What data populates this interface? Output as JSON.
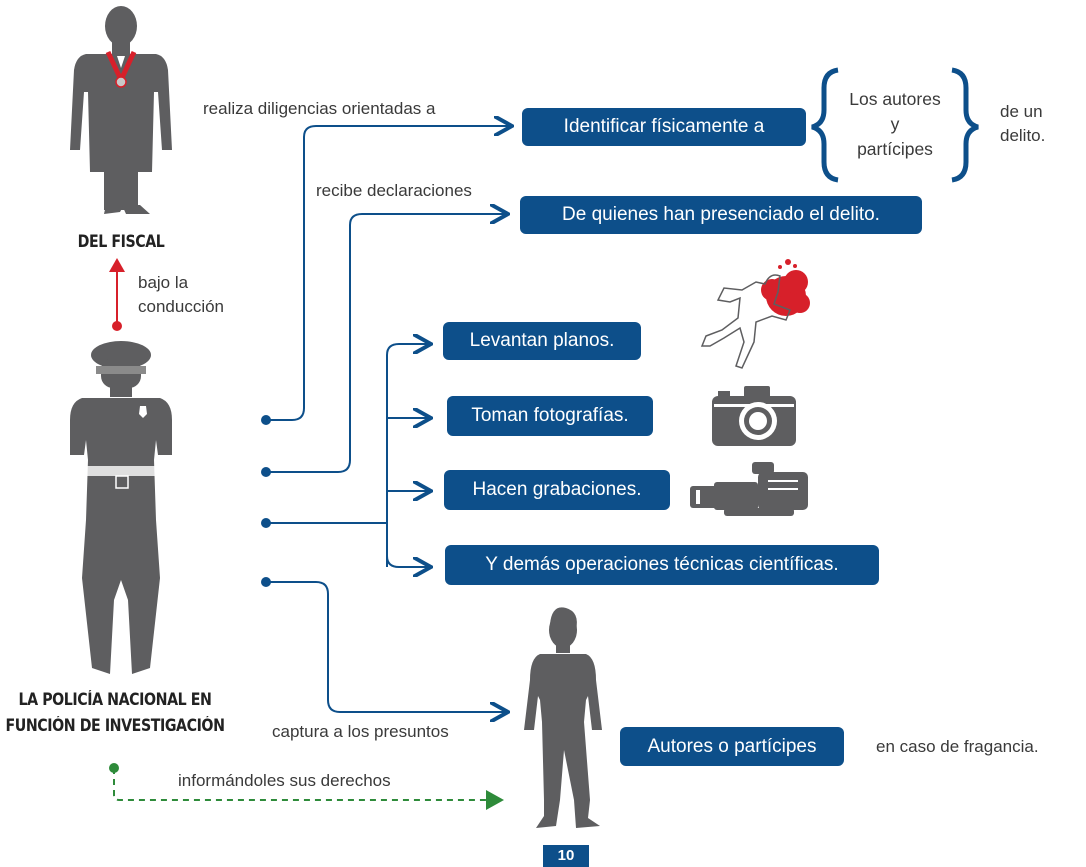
{
  "fiscal_label": "DEL FISCAL",
  "police_label_line1": "LA POLICÍA NACIONAL EN",
  "police_label_line2": "FUNCIÓN DE INVESTIGACIÓN",
  "conduction_label_line1": "bajo la",
  "conduction_label_line2": "conducción",
  "edge_labels": {
    "diligencias": "realiza diligencias orientadas a",
    "declaraciones": "recibe declaraciones",
    "captura": "captura a los presuntos",
    "derechos": "informándoles sus derechos"
  },
  "boxes": {
    "identificar": "Identificar físicamente a",
    "quienes": "De quienes han presenciado el delito.",
    "planos": "Levantan planos.",
    "fotografias": "Toman fotografías.",
    "grabaciones": "Hacen grabaciones.",
    "operaciones": "Y demás operaciones técnicas científicas.",
    "autores": "Autores o partícipes"
  },
  "brace_text": {
    "line1": "Los autores",
    "line2": "y",
    "line3": "partícipes"
  },
  "delito_text": {
    "line1": "de un",
    "line2": "delito."
  },
  "fragancia_text": "en caso de fragancia.",
  "page_number": "10",
  "colors": {
    "box_blue": "#0d4f8a",
    "line_blue": "#0d4f8a",
    "red_arrow": "#d7202a",
    "green_dashed": "#2e8b3a",
    "silhouette_gray": "#5e5e60"
  },
  "icons": [
    "crime-scene-outline-icon",
    "camera-icon",
    "video-camera-icon"
  ]
}
